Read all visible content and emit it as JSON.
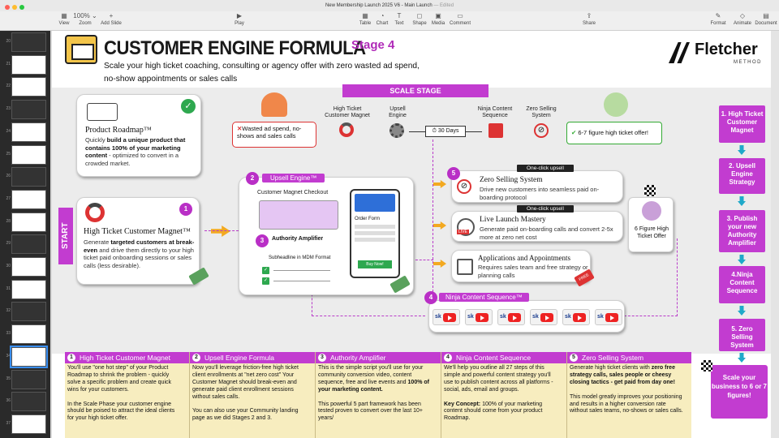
{
  "window": {
    "title": "New Membership Launch 2025 V6 - Main Launch",
    "edited": "Edited"
  },
  "toolbar": {
    "left": [
      {
        "label": "View",
        "icon": "▦"
      },
      {
        "label": "Zoom",
        "icon": "100% ⌄"
      },
      {
        "label": "Add Slide",
        "icon": "+"
      }
    ],
    "center": [
      {
        "label": "Play",
        "icon": "▶"
      }
    ],
    "insert": [
      {
        "label": "Table",
        "icon": "▦"
      },
      {
        "label": "Chart",
        "icon": "◔"
      },
      {
        "label": "Text",
        "icon": "T"
      },
      {
        "label": "Shape",
        "icon": "◻"
      },
      {
        "label": "Media",
        "icon": "▣"
      },
      {
        "label": "Comment",
        "icon": "▭"
      }
    ],
    "share": {
      "label": "Share",
      "icon": "⇪"
    },
    "right": [
      {
        "label": "Format",
        "icon": "✎"
      },
      {
        "label": "Animate",
        "icon": "◇"
      },
      {
        "label": "Document",
        "icon": "▤"
      }
    ]
  },
  "sidebar": {
    "slides": [
      "20",
      "21",
      "22",
      "23",
      "24",
      "25",
      "26",
      "27",
      "28",
      "29",
      "30",
      "31",
      "32",
      "33",
      "34",
      "35",
      "36",
      "37"
    ],
    "selected": "34"
  },
  "slide": {
    "title": "CUSTOMER ENGINE FORMULA",
    "stage": "Stage 4",
    "subtitle": "Scale your high ticket coaching, consulting or agency offer with zero wasted ad spend, no-show appointments or sales calls",
    "brand": {
      "name": "Fletcher",
      "sub": "METHOD"
    },
    "scale_stage": "SCALE STAGE",
    "start": "START",
    "product_roadmap": {
      "title": "Product Roadmap™",
      "text_pre": "Quickly ",
      "text_bold": "build a unique product that contains 100% of your marketing content",
      "text_post": " - optimized to convert in a crowded market."
    },
    "htcm": {
      "num": "1",
      "title": "High Ticket Customer Magnet™",
      "text_pre": "Generate ",
      "text_bold": "targeted customers at break-even",
      "text_post": " and drive them directly to your high ticket paid  onboarding sessions or sales calls (less desirable)."
    },
    "upsell": {
      "num": "2",
      "title": "Upsell Engine™",
      "checkout": "Customer Magnet Checkout",
      "order_form": "Order Form",
      "buy": "Buy Now!",
      "amp_num": "3",
      "amplifier": "Authority Amplifier",
      "subheadline": "Subheadline in MDM Format"
    },
    "problem": "Wasted ad spend, no-shows and sales calls",
    "flow": [
      {
        "label": "High Ticket Customer Magnet"
      },
      {
        "label": "Upsell Engine"
      },
      {
        "label": "30 Days"
      },
      {
        "label": "Ninja Content Sequence"
      },
      {
        "label": "Zero Selling System"
      }
    ],
    "result": "6-7 figure high ticket offer!",
    "one_click_1": "One-click upsell",
    "one_click_2": "One-click upsell",
    "zero_selling": {
      "num": "5",
      "title": "Zero Selling System",
      "text": "Drive new customers into seamless paid on-boarding protocol"
    },
    "live_launch": {
      "title": "Live Launch Mastery",
      "text": "Generate paid on-boarding calls and convert 2-5x more at zero net cost",
      "badge": "LIVE"
    },
    "apps": {
      "title": "Applications and Appointments",
      "text": "Requires sales team and free strategy or planning calls",
      "tag": "FREE"
    },
    "six_figure": "6 Figure High Ticket Offer",
    "ninja": {
      "num": "4",
      "title": "Ninja Content Sequence™"
    },
    "steps": [
      "1. High Ticket Customer Magnet",
      "2. Upsell Engine Strategy",
      "3. Publish your new Authority Amplifier",
      "4.Ninja Content Sequence",
      "5. Zero Selling System"
    ],
    "final": "Scale your business to 6 or 7 figures!",
    "bottom": [
      {
        "num": "1",
        "title": "High Ticket Customer Magnet",
        "text": "You'll use \"one hot step\" of your Product Roadmap to shrink the problem - quickly solve a specific problem and create quick wins for your  customers.\n\nIn the Scale Phase your customer engine should be poised to attract the ideal clients for your high ticket offer."
      },
      {
        "num": "2",
        "title": "Upsell Engine Formula",
        "text": "Now you'll leverage friction-free high ticket client enrollments at \"net zero cost\" Your Customer Magnet should break-even and generate paid client enrollment sessions without sales calls.\n\nYou can also use your Community landing page as we did Stages 2 and 3."
      },
      {
        "num": "3",
        "title": "Authority Amplifier",
        "text_a": "This is the simple script you'll use for your community conversion video, content sequence, free and live events and ",
        "text_b": "100% of your marketing content.",
        "text_c": "\n\nThis powerful 5 part framework has been tested  proven to convert over the last 10+ years/"
      },
      {
        "num": "4",
        "title": "Ninja Content Sequence",
        "text": "We'll help you outline all 27 steps of this simple and powerful content strategy you'll use to publish content across all platforms - social, ads, email and groups.",
        "key": "Key Concept:",
        "key_text": " 100% of your marketing content should come from your product Roadmap."
      },
      {
        "num": "5",
        "title": "Zero Selling System",
        "text_a": "Generate high ticket clients with ",
        "text_b": "zero free strategy calls, sales people or cheesy closing tactics - get paid from day one!",
        "text_c": "\n\nThis model greatly improves your positioning and results in a higher conversion rate without sales teams, no-shows or sales calls."
      }
    ]
  },
  "colors": {
    "accent": "#c23cd0",
    "orange": "#f3a920",
    "teal": "#1fa9c9",
    "green": "#2ea84f",
    "red": "#dd3333",
    "yellow_note": "#f7edbf"
  }
}
